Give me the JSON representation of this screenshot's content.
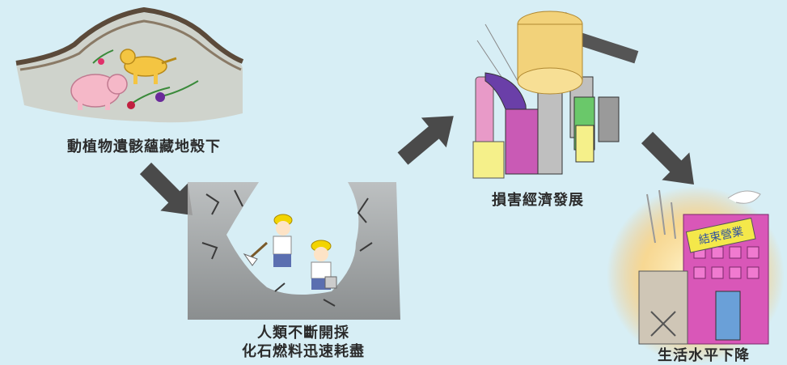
{
  "steps": [
    {
      "caption": "動植物遺骸蘊藏地殼下"
    },
    {
      "caption_line1": "人類不斷開採",
      "caption_line2": "化石燃料迅速耗盡"
    },
    {
      "caption": "損害經濟發展"
    },
    {
      "caption": "生活水平下降"
    }
  ],
  "sign_text": "結束營業",
  "colors": {
    "background": "#d7eef5",
    "arrow": "#4a4a4a",
    "rock": "#8c8c8c",
    "helmet": "#f2d400",
    "building_pink": "#d957b8",
    "gavel": "#f2d27a"
  },
  "icons": [
    "underground-fossil-scene",
    "mining-workers-scene",
    "gavel-crushing-buildings-scene",
    "closed-shop-scene"
  ]
}
